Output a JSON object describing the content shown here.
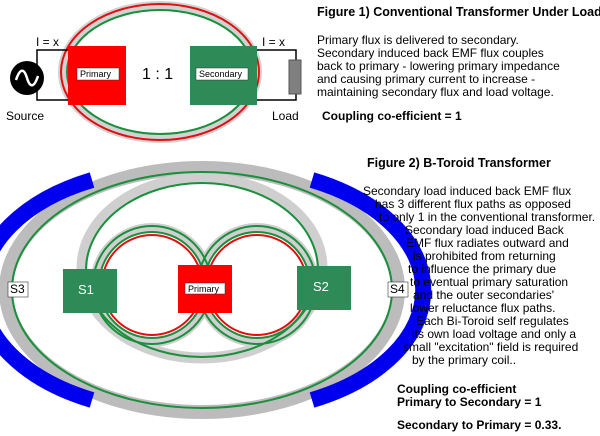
{
  "figure1": {
    "title": "Figure 1)  Conventional Transformer Under Load",
    "description_lines": [
      "Primary flux is delivered to secondary.",
      "Secondary induced back EMF flux couples",
      "back to primary - lowering primary impedance",
      "and causing primary current to increase -",
      "maintaining secondary flux and load voltage."
    ],
    "coupling": "Coupling co-efficient = 1",
    "current_label_left": "I = x",
    "current_label_right": "I = x",
    "primary_label": "Primary",
    "secondary_label": "Secondary",
    "ratio_label": "1 : 1",
    "source_label": "Source",
    "load_label": "Load"
  },
  "figure2": {
    "title": "Figure 2)  B-Toroid  Transformer",
    "description_lines": [
      "Secondary load induced back EMF flux",
      "has 3 different flux paths as opposed",
      "to only 1 in the conventional transformer.",
      "Secondary load induced Back",
      "EMF flux radiates outward and",
      "is  prohibited from returning",
      "to influence the primary due",
      "to eventual  primary saturation",
      "and the outer secondaries'",
      "lower reluctance flux paths.",
      "Each Bi-Toroid self regulates",
      "its own load voltage and only a",
      "small \"excitation\" field is required",
      "by the primary coil.."
    ],
    "coupling_title": "Coupling co-efficient",
    "coupling_p2s": "Primary to Secondary = 1",
    "coupling_s2p": "Secondary to Primary = 0.33.",
    "coil_labels": {
      "s1": "S1",
      "s2": "S2",
      "s3": "S3",
      "s4": "S4",
      "primary": "Primary"
    }
  },
  "colors": {
    "primary_red": "#ff0000",
    "secondary_green": "#2e8b57",
    "outer_blue": "#0000ee",
    "core_gray": "#c8c8c8",
    "flux_green": "#1a8f3c",
    "flux_red": "#e01010"
  },
  "icons": [
    "ac-source-icon",
    "resistor-load-icon"
  ]
}
